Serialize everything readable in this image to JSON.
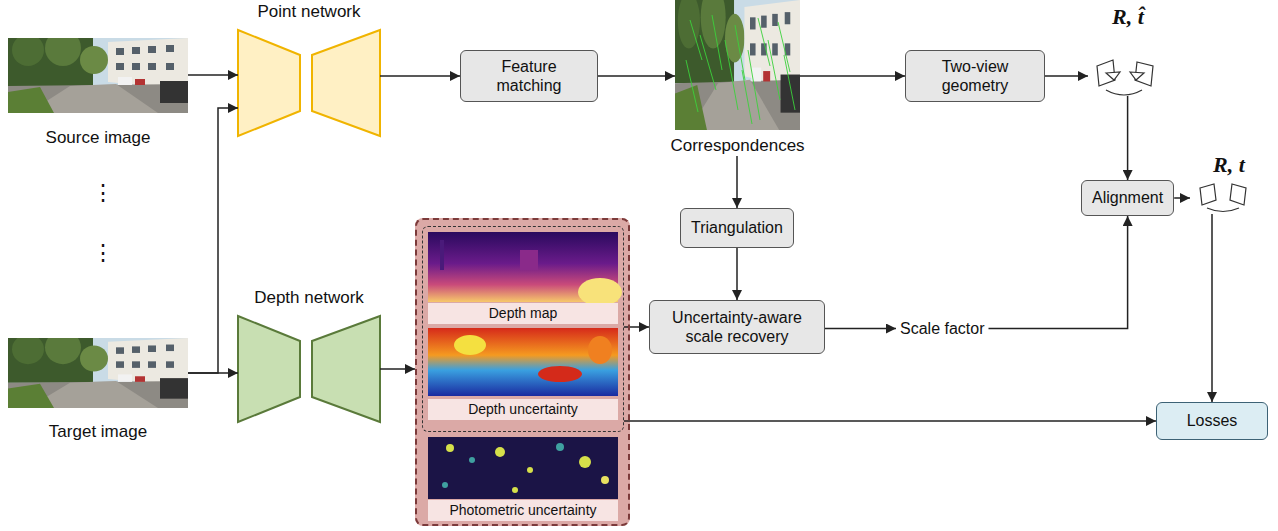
{
  "diagram": {
    "nodes": [
      {
        "text": [
          "Source image"
        ]
      },
      {
        "text": [
          "Point network"
        ]
      },
      {
        "text": [
          "Feature matching"
        ]
      },
      {
        "text": [
          "Correspondences"
        ]
      },
      {
        "text": [
          "Two-view geometry"
        ]
      },
      {
        "text": [
          "R, t̂"
        ]
      },
      {
        "text": [
          "Target image"
        ]
      },
      {
        "text": [
          "Depth network"
        ]
      },
      {
        "text": []
      },
      {
        "text": [],
        "in": 8
      },
      {
        "text": [
          "Depth map"
        ],
        "in": 9
      },
      {
        "text": [
          "Depth uncertainty"
        ],
        "in": 9
      },
      {
        "text": [
          "Photometric uncertainty"
        ],
        "in": 8
      },
      {
        "text": [
          "Triangulation"
        ]
      },
      {
        "text": [
          "Uncertainty-aware scale recovery"
        ]
      },
      {
        "text": [
          "Scale factor"
        ]
      },
      {
        "text": [
          "Alignment"
        ]
      },
      {
        "text": [
          "R, t"
        ]
      },
      {
        "text": [
          "Losses"
        ]
      }
    ],
    "edges": [
      {
        "from": 0,
        "to": 1,
        "arrow": "to"
      },
      {
        "from": 6,
        "to": 1,
        "arrow": "to"
      },
      {
        "from": 6,
        "to": 7,
        "arrow": "to"
      },
      {
        "from": 1,
        "to": 2,
        "arrow": "to"
      },
      {
        "from": 2,
        "to": 3,
        "arrow": "to"
      },
      {
        "from": 3,
        "to": 4,
        "arrow": "to"
      },
      {
        "from": 3,
        "to": 13,
        "arrow": "to"
      },
      {
        "from": 4,
        "to": 5,
        "arrow": "to"
      },
      {
        "from": 5,
        "to": 16,
        "arrow": "to"
      },
      {
        "from": 13,
        "to": 14,
        "arrow": "to"
      },
      {
        "from": 9,
        "to": 14,
        "arrow": "to"
      },
      {
        "from": 14,
        "to": 15,
        "arrow": "to"
      },
      {
        "from": 15,
        "to": 16,
        "arrow": "to"
      },
      {
        "from": 16,
        "to": 17,
        "arrow": "to"
      },
      {
        "from": 17,
        "to": 18,
        "arrow": "to"
      },
      {
        "from": 7,
        "to": 8,
        "arrow": "to"
      },
      {
        "from": 9,
        "to": 18,
        "arrow": "to"
      }
    ],
    "labels": [
      "⋮",
      "⋮"
    ]
  }
}
